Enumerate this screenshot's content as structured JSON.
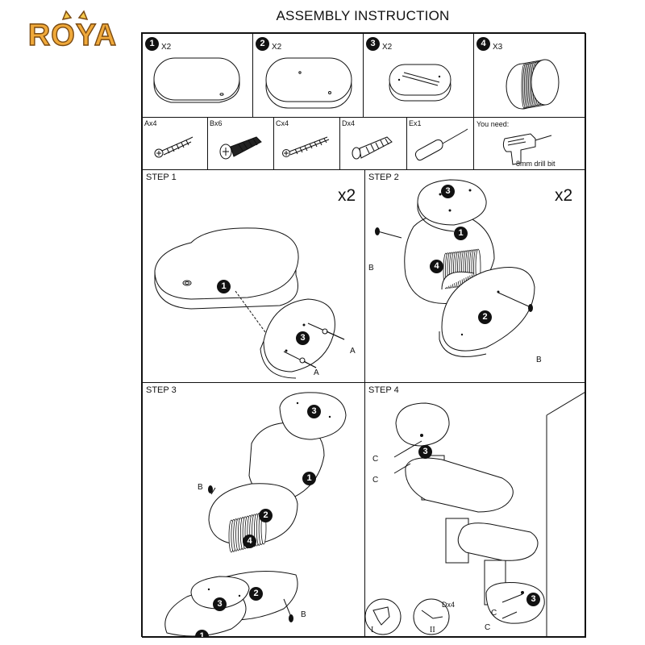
{
  "brand": {
    "logo_text": "ROYA",
    "logo_color": "#f0a93a",
    "ear_color": "#f6c84b"
  },
  "header": {
    "title": "ASSEMBLY INSTRUCTION"
  },
  "parts": [
    {
      "number": "1",
      "qty": "X2",
      "icon": "oval-panel-with-hole"
    },
    {
      "number": "2",
      "qty": "X2",
      "icon": "oval-panel-with-holes"
    },
    {
      "number": "3",
      "qty": "X2",
      "icon": "oval-bracket-with-slot"
    },
    {
      "number": "4",
      "qty": "X3",
      "icon": "sisal-rope-post"
    }
  ],
  "hardware": [
    {
      "code": "Ax4",
      "icon": "wood-screw-icon"
    },
    {
      "code": "Bx6",
      "icon": "bolt-icon"
    },
    {
      "code": "Cx4",
      "icon": "long-screw-icon"
    },
    {
      "code": "Dx4",
      "icon": "wall-anchor-icon"
    },
    {
      "code": "Ex1",
      "icon": "screwdriver-icon"
    }
  ],
  "you_need": {
    "label": "You need:",
    "item": "8mm drill bit",
    "icon": "power-drill-icon"
  },
  "steps": [
    {
      "label": "STEP 1",
      "multiplier": "x2",
      "parts": [
        "1",
        "3"
      ],
      "letters": [
        "A",
        "A"
      ]
    },
    {
      "label": "STEP 2",
      "multiplier": "x2",
      "parts": [
        "3",
        "1",
        "4",
        "2"
      ],
      "letters": [
        "B",
        "B"
      ]
    },
    {
      "label": "STEP 3",
      "parts": [
        "3",
        "1",
        "2",
        "4",
        "2",
        "3",
        "1"
      ],
      "letters": [
        "B",
        "B"
      ]
    },
    {
      "label": "STEP 4",
      "parts": [
        "3",
        "3"
      ],
      "letters": [
        "C",
        "C",
        "C",
        "C"
      ],
      "sub_steps": [
        "I",
        "II"
      ],
      "sub_hardware": "Dx4"
    }
  ]
}
